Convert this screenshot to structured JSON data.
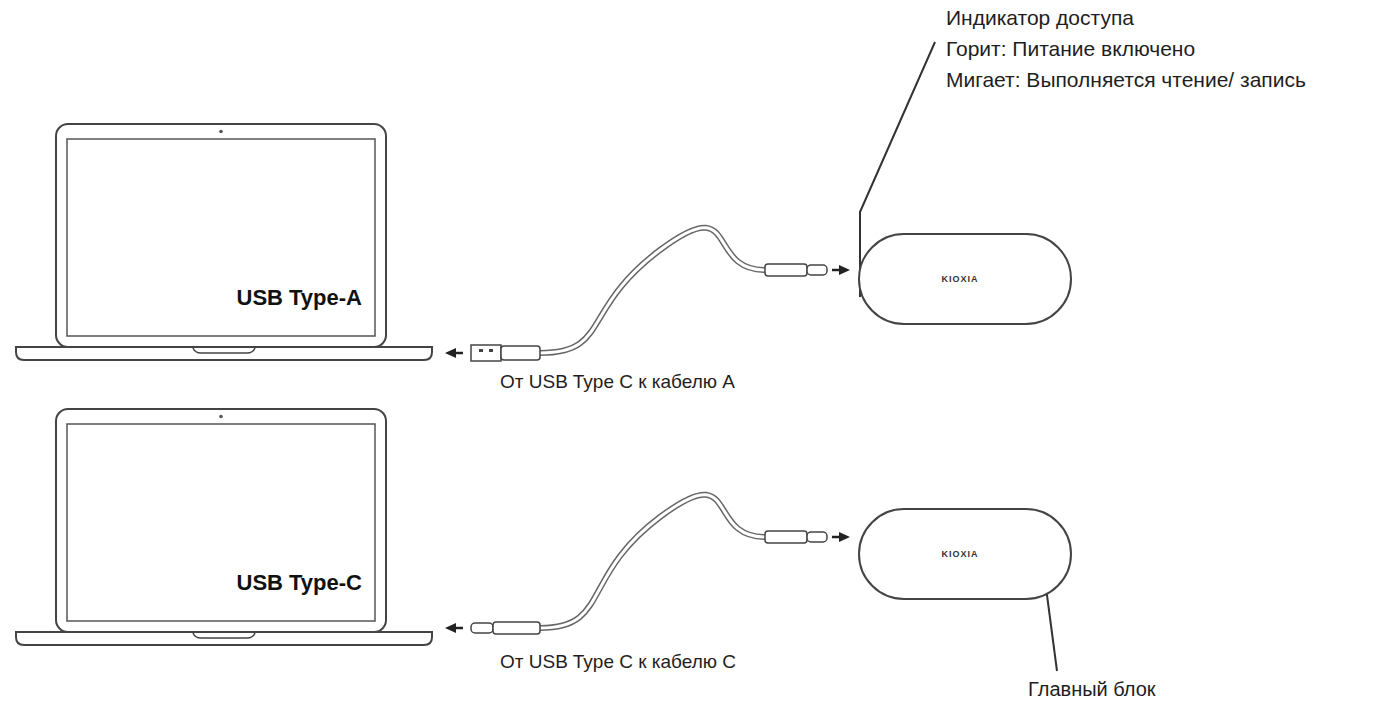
{
  "diagram": {
    "nodes": [
      {
        "text": [
          "USB Type-A"
        ]
      },
      {
        "text": [
          "KIOXIA"
        ]
      },
      {
        "text": [
          "USB Type-C"
        ]
      },
      {
        "text": [
          "KIOXIA"
        ]
      }
    ],
    "edges": [
      {
        "from": 0,
        "to": 1,
        "arrow": "both",
        "label": "От USB Type C к кабелю A"
      },
      {
        "from": 2,
        "to": 3,
        "arrow": "both",
        "label": "От USB Type C к кабелю C"
      }
    ],
    "labels": [
      "Индикатор доступа",
      "Горит: Питание включено",
      "Мигает: Выполняется чтение/ запись",
      "Главный блок"
    ]
  }
}
